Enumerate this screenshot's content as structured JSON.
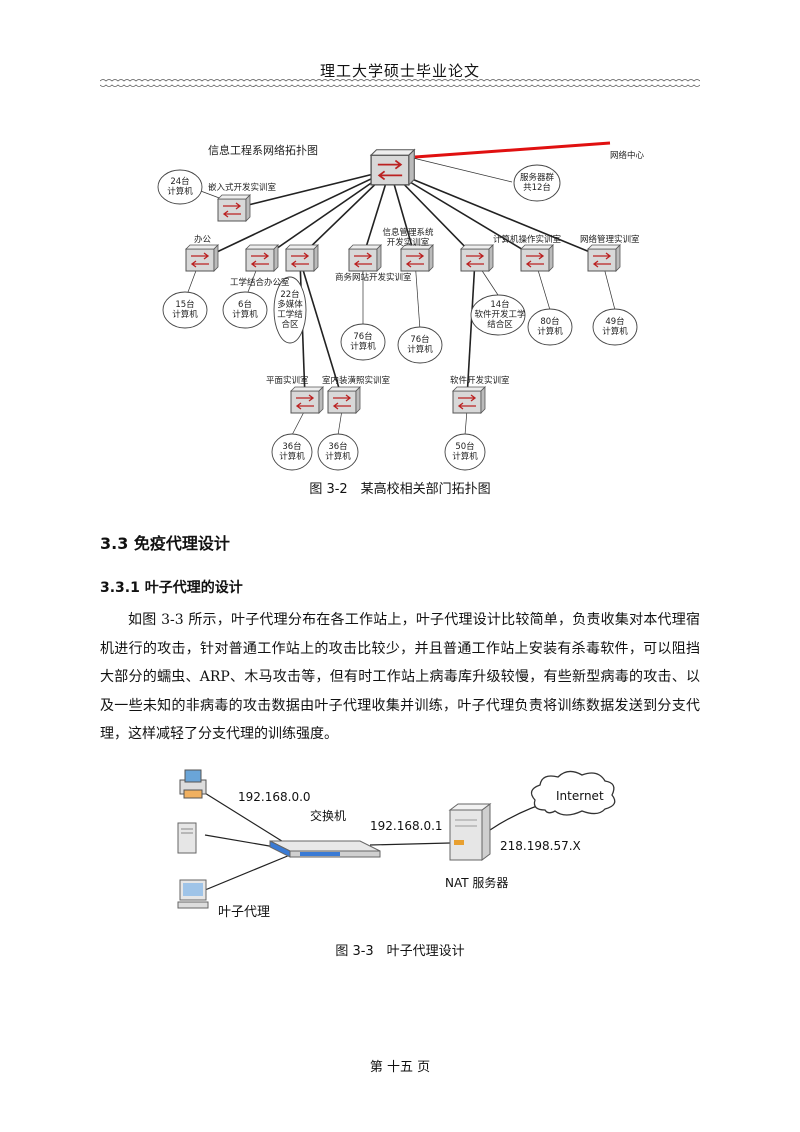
{
  "header": {
    "title": "理工大学硕士毕业论文"
  },
  "figure_3_2": {
    "title": "信息工程系网络拓扑图",
    "network_center": "网络中心",
    "server_group": "服务器群\n共12台",
    "embedded_lab": "嵌入式开发实训室",
    "embedded_pcs": "24台\n计算机",
    "office": "办公",
    "office_pcs": "15台\n计算机",
    "workstation_office": "工学结合办公室",
    "workstation_pcs": "6台\n计算机",
    "multimedia_zone": "22台\n多媒体\n工学结\n合区",
    "ecommerce_lab": "商务网站开发实训室",
    "ecommerce_pcs": "76台\n计算机",
    "infosys_lab": "信息管理系统\n开发实训室",
    "infosys_pcs": "76台\n计算机",
    "os_lab": "计算机操作实训室",
    "os_pcs": "80台\n计算机",
    "netmgmt_lab": "网络管理实训室",
    "netmgmt_pcs": "49台\n计算机",
    "software_zone": "14台\n软件开发工学\n结合区",
    "graphic_lab": "平面实训室",
    "graphic_pcs": "36台\n计算机",
    "interior_lab": "室内装潢照实训室",
    "interior_pcs": "36台\n计算机",
    "software_lab": "软件开发实训室",
    "software_pcs": "50台\n计算机",
    "caption": "图 3-2　某高校相关部门拓扑图"
  },
  "section": {
    "heading": "3.3  免疫代理设计"
  },
  "subsection": {
    "heading": "3.3.1  叶子代理的设计"
  },
  "paragraph": "如图 3-3 所示，叶子代理分布在各工作站上，叶子代理设计比较简单，负责收集对本代理宿机进行的攻击，针对普通工作站上的攻击比较少，并且普通工作站上安装有杀毒软件，可以阻挡大部分的蠕虫、ARP、木马攻击等，但有时工作站上病毒库升级较慢，有些新型病毒的攻击、以及一些未知的非病毒的攻击数据由叶子代理收集并训练，叶子代理负责将训练数据发送到分支代理，这样减轻了分支代理的训练强度。",
  "figure_3_3": {
    "subnet": "192.168.0.0",
    "switch_label": "交换机",
    "gateway_ip": "192.168.0.1",
    "nat_label": "NAT 服务器",
    "public_ip": "218.198.57.X",
    "internet": "Internet",
    "leaf_agent": "叶子代理",
    "caption": "图 3-3　叶子代理设计"
  },
  "footer": {
    "page": "第  十五  页"
  }
}
